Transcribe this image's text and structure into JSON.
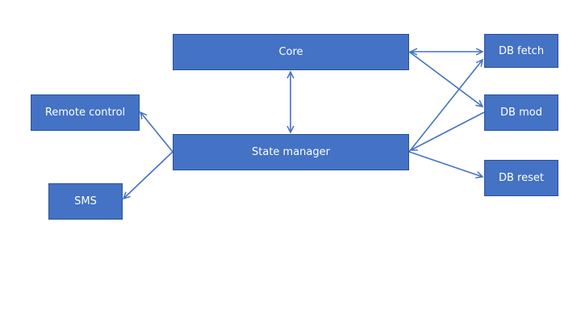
{
  "diagram": {
    "colors": {
      "box_fill": "#4472c4",
      "box_border": "#2f528f",
      "box_text": "#ffffff",
      "connector": "#4472c4",
      "background": "#ffffff"
    },
    "nodes": {
      "core": "Core",
      "state_manager": "State manager",
      "remote_control": "Remote control",
      "sms": "SMS",
      "db_fetch": "DB fetch",
      "db_mod": "DB mod",
      "db_reset": "DB reset"
    },
    "edges": [
      {
        "from": "core",
        "to": "state_manager",
        "arrows": "both"
      },
      {
        "from": "core",
        "to": "db_fetch",
        "arrows": "both"
      },
      {
        "from": "core",
        "to": "db_mod",
        "arrows": "to"
      },
      {
        "from": "state_manager",
        "to": "remote_control",
        "arrows": "to"
      },
      {
        "from": "state_manager",
        "to": "sms",
        "arrows": "to"
      },
      {
        "from": "state_manager",
        "to": "db_fetch",
        "arrows": "to"
      },
      {
        "from": "db_mod",
        "to": "state_manager",
        "arrows": "to"
      },
      {
        "from": "state_manager",
        "to": "db_reset",
        "arrows": "to"
      }
    ]
  }
}
